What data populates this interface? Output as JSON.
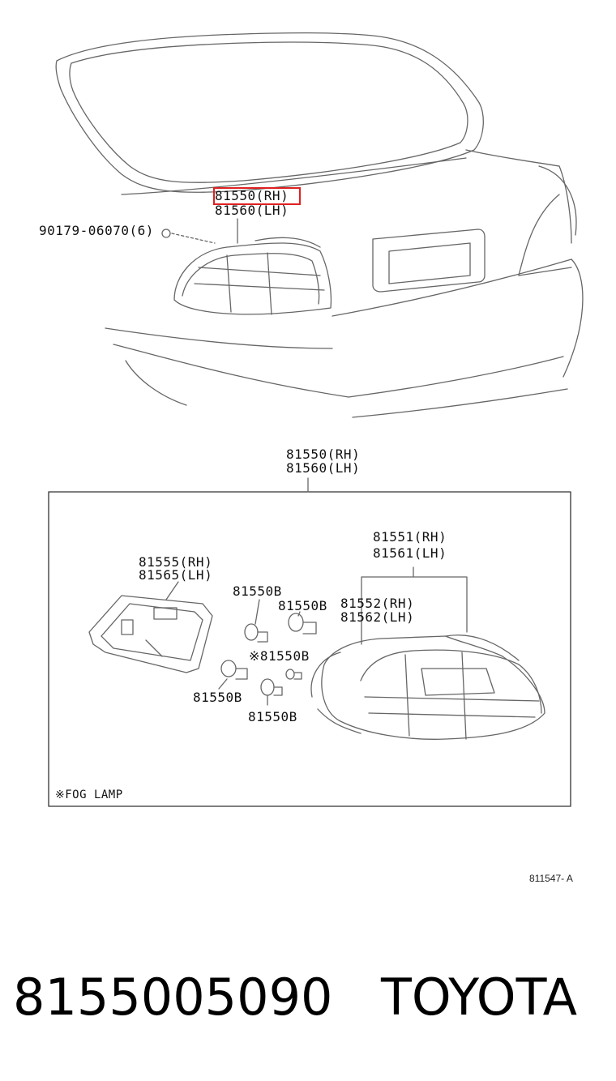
{
  "diagram": {
    "top_view": {
      "callout_rh": "81550(RH)",
      "callout_lh": "81560(LH)",
      "screw_label": "90179-06070(6)"
    },
    "detail_box": {
      "title_rh": "81550(RH)",
      "title_lh": "81560(LH)",
      "lens_rh": "81551(RH)",
      "lens_lh": "81561(LH)",
      "housing_rh": "81552(RH)",
      "housing_lh": "81562(LH)",
      "socket_rh": "81555(RH)",
      "socket_lh": "81565(LH)",
      "bulb_1": "81550B",
      "bulb_2": "81550B",
      "bulb_fog": "※81550B",
      "bulb_4": "81550B",
      "bulb_5": "81550B",
      "note": "※FOG LAMP"
    },
    "figure_code": "811547- A"
  },
  "footer": {
    "part_number": "8155005090",
    "brand": "TOYOTA"
  },
  "colors": {
    "highlight": "#e02020",
    "line": "#555555"
  }
}
